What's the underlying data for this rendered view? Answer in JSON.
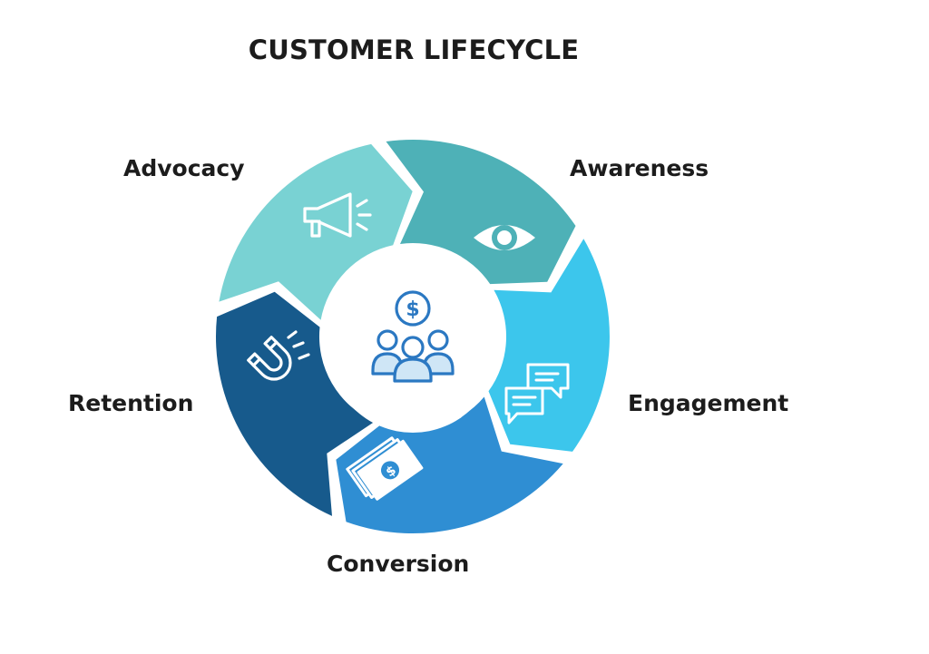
{
  "title": "CUSTOMER LIFECYCLE",
  "stages": [
    {
      "label": "Awareness",
      "icon": "eye-icon",
      "color": "#4eb1b7"
    },
    {
      "label": "Engagement",
      "icon": "chat-icon",
      "color": "#3cc6ec"
    },
    {
      "label": "Conversion",
      "icon": "money-icon",
      "color": "#2f8ed3"
    },
    {
      "label": "Retention",
      "icon": "magnet-icon",
      "color": "#175a8c"
    },
    {
      "label": "Advocacy",
      "icon": "megaphone-icon",
      "color": "#79d2d3"
    }
  ],
  "center": {
    "icon": "customers-dollar-icon",
    "icon_color": "#2b78c2"
  }
}
